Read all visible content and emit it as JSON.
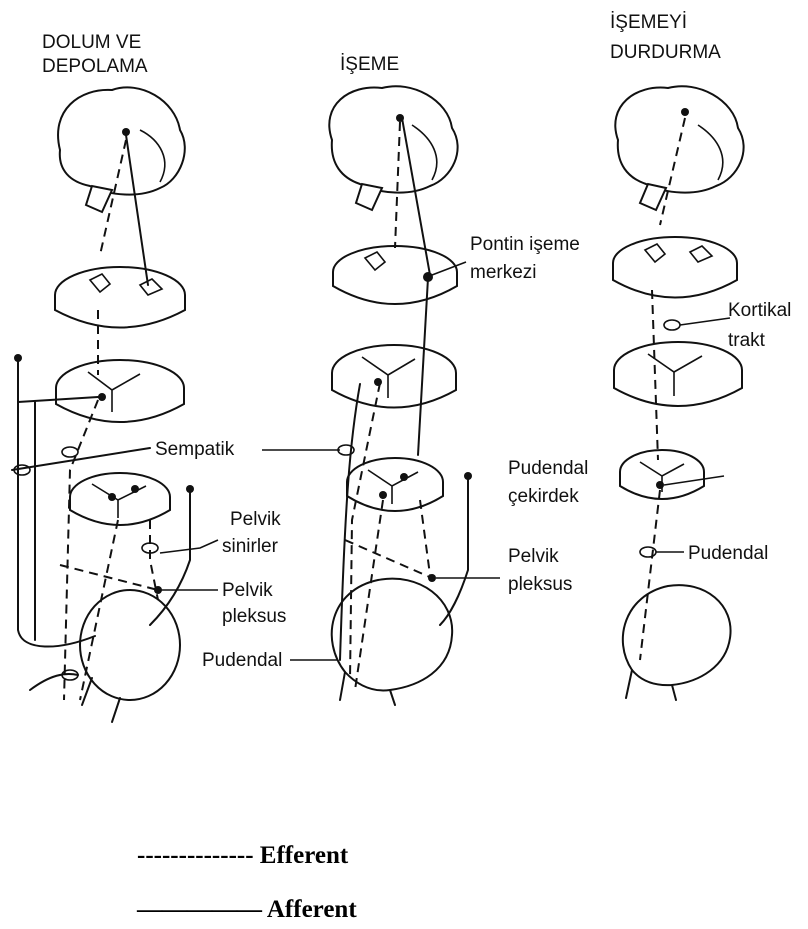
{
  "columns": [
    {
      "title_line1": "DOLUM VE",
      "title_line2": "DEPOLAMA"
    },
    {
      "title_line1": "İŞEME",
      "title_line2": ""
    },
    {
      "title_line1": "İŞEMEYİ",
      "title_line2": "DURDURMA"
    }
  ],
  "labels": {
    "sempatik": "Sempatik",
    "pelvik_sinirler_1": "Pelvik",
    "pelvik_sinirler_2": "sinirler",
    "pelvik_pleksus_a1": "Pelvik",
    "pelvik_pleksus_a2": "pleksus",
    "pudendal_mid": "Pudendal",
    "pontin_1": "Pontin işeme",
    "pontin_2": "merkezi",
    "pelvik_pleksus_b1": "Pelvik",
    "pelvik_pleksus_b2": "pleksus",
    "kortikal_1": "Kortikal",
    "kortikal_2": "trakt",
    "pudendal_cek_1": "Pudendal",
    "pudendal_cek_2": "çekirdek",
    "pudendal_right": "Pudendal"
  },
  "legend": {
    "efferent": "-------------- Efferent",
    "afferent": "————— Afferent"
  }
}
